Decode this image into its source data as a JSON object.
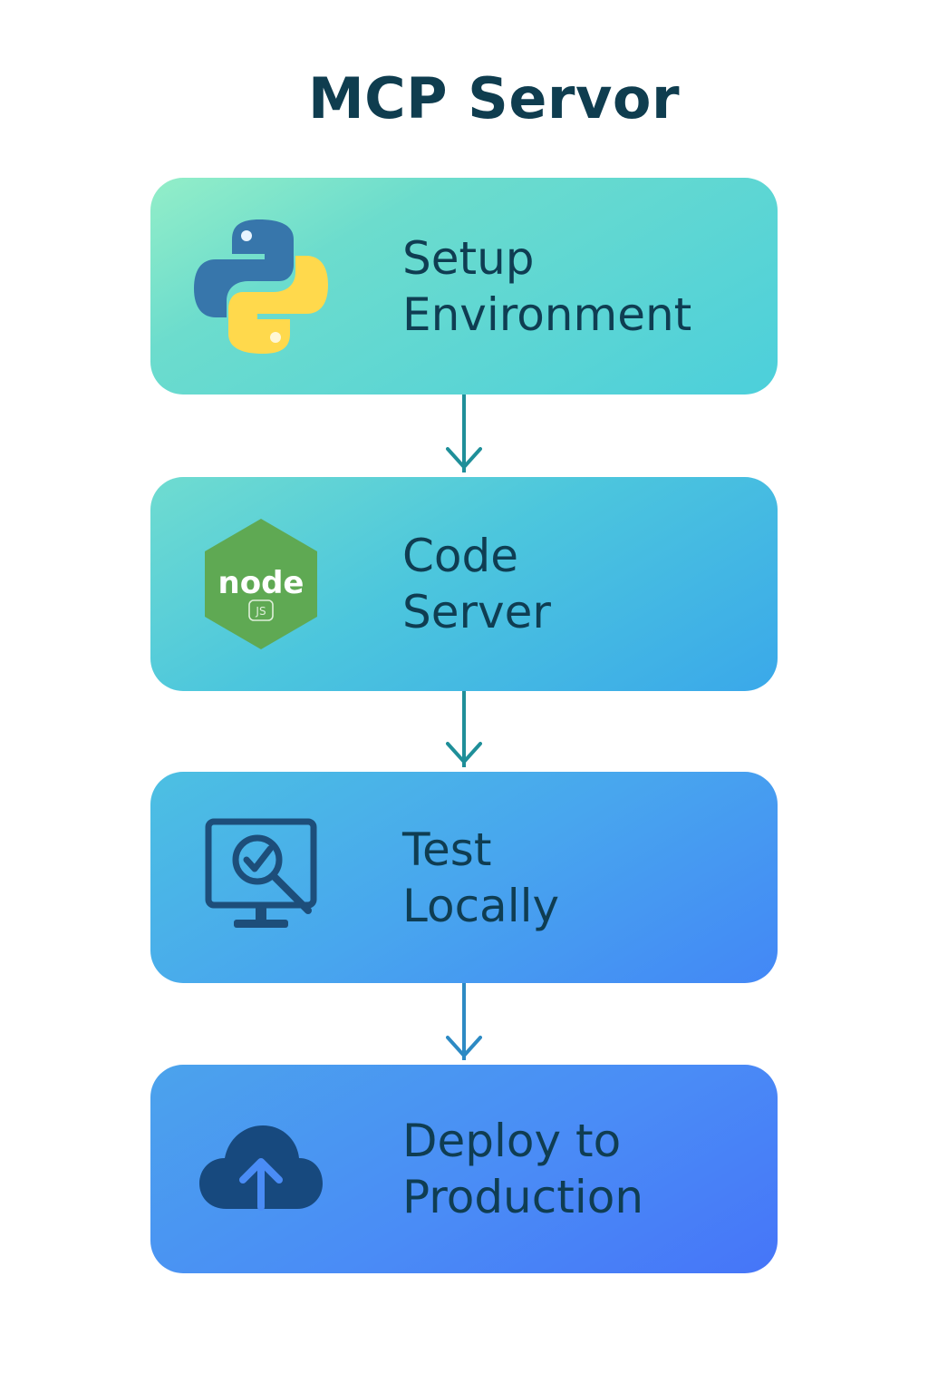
{
  "title": "MCP Servor",
  "steps": [
    {
      "line1": "Setup",
      "line2": "Environment",
      "icon": "python-logo-icon"
    },
    {
      "line1": "Code",
      "line2": "Server",
      "icon": "nodejs-logo-icon"
    },
    {
      "line1": "Test",
      "line2": "Locally",
      "icon": "monitor-check-icon"
    },
    {
      "line1": "Deploy to",
      "line2": "Production",
      "icon": "cloud-upload-icon"
    }
  ],
  "logos": {
    "node_wordmark": "node",
    "node_badge": "JS"
  },
  "colors": {
    "title": "#0f3d4f",
    "label": "#0f3d52",
    "connector_1": "#1f8f99",
    "connector_2": "#1f8f99",
    "connector_3": "#2d8ac4",
    "python_blue": "#3776ab",
    "python_yellow": "#ffd94c",
    "node_green": "#5fa953",
    "icon_dark": "#1d4e7a",
    "cloud_dark": "#17497e"
  }
}
